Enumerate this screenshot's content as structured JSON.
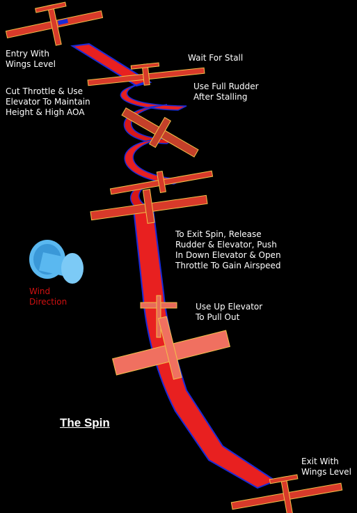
{
  "title": "The Spin",
  "labels": {
    "entry": "Entry With\nWings Level",
    "stall": "Wait For Stall",
    "rudder": "Use Full Rudder\nAfter Stalling",
    "throttle": "Cut Throttle & Use\nElevator To Maintain\nHeight & High AOA",
    "exit_spin": "To Exit Spin, Release\nRudder & Elevator, Push\nIn Down Elevator & Open\nThrottle To Gain Airspeed",
    "pull_out": "Use Up Elevator\nTo Pull Out",
    "exit": "Exit With\nWings Level",
    "wind": "Wind\nDirection"
  },
  "colors": {
    "ribbon": "#e82020",
    "ribbon_edge": "#1a2bd8",
    "plane": "#d83a2a",
    "plane_trim": "#f2c24a",
    "wind_icon": "#5ab8f0",
    "wind_text": "#d01010"
  }
}
